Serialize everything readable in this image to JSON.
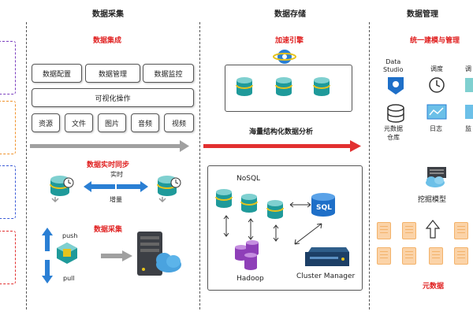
{
  "columns": {
    "collect": "数据采集",
    "store": "数据存储",
    "manage": "数据管理"
  },
  "collect": {
    "integration_title": "数据集成",
    "row1": [
      "数据配置",
      "数据管理",
      "数据监控"
    ],
    "visual_op": "可视化操作",
    "row3": [
      "资源",
      "文件",
      "图片",
      "音频",
      "视频"
    ],
    "sync_title": "数据实时同步",
    "realtime": "实时",
    "incremental": "增量",
    "gather_title": "数据采集",
    "push": "push",
    "pull": "pull"
  },
  "store": {
    "engine_title": "加速引擎",
    "analysis_title": "海量结构化数据分析",
    "nosql": "NoSQL",
    "sql": "SQL",
    "hadoop": "Hadoop",
    "cluster_manager": "Cluster Manager"
  },
  "manage": {
    "unified_title": "统一建模与管理",
    "data_studio": "Data\nStudio",
    "schedule": "调度",
    "partial_label": "调",
    "metadata_repo": "元数据\n仓库",
    "log": "日志",
    "monitor": "监",
    "mining_model": "挖掘模型",
    "metadata": "元数据"
  },
  "colors": {
    "accent_red": "#e02020",
    "arrow_gray": "#a0a0a0",
    "arrow_blue": "#2a7fd4",
    "db_teal": "#1f9a9a",
    "db_yellow": "#e6c31c",
    "cell_orange": "#fbd3a8",
    "frame_purple": "#7b3fbf",
    "frame_orange": "#f0922b",
    "frame_blue": "#3b5bd6",
    "frame_red": "#e23030"
  }
}
